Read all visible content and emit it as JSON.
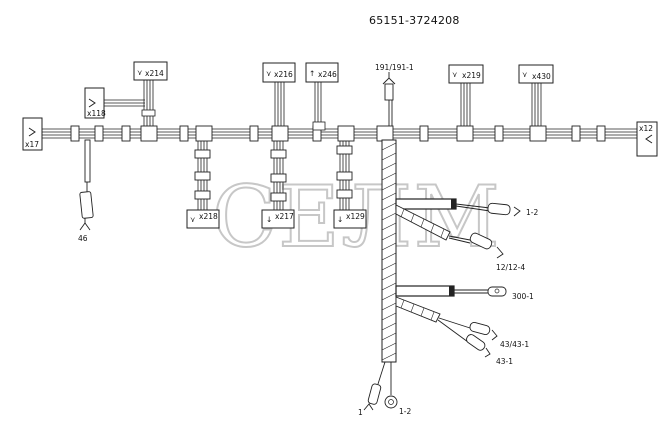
{
  "drawing_number": "65151-3724208",
  "watermark": "СЕЛМ",
  "connectors": {
    "x17": "x17",
    "x118": "x118",
    "x214": "x214",
    "x216": "x216",
    "x246": "x246",
    "x219": "x219",
    "x430": "x430",
    "x12": "x12",
    "x218": "x218",
    "x217": "x217",
    "x129": "x129"
  },
  "terminals": {
    "t46": "46",
    "t191": "191/191-1",
    "t1_2_top": "1-2",
    "t12_12_4": "12/12-4",
    "t300_1": "300-1",
    "t43_43_1": "43/43-1",
    "t43_1": "43-1",
    "t1": "1",
    "t1_2_bottom": "1-2"
  }
}
